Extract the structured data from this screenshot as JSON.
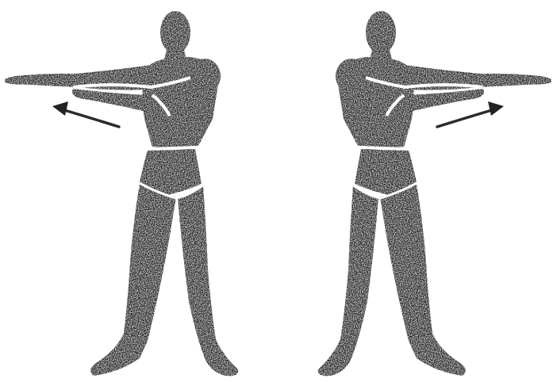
{
  "illustration": {
    "figures": [
      {
        "pose": "arms-swing-left",
        "arrow_direction": "left"
      },
      {
        "pose": "arms-swing-right",
        "arrow_direction": "right"
      }
    ],
    "colors": {
      "ink": "#222222",
      "paper": "#ffffff"
    }
  }
}
